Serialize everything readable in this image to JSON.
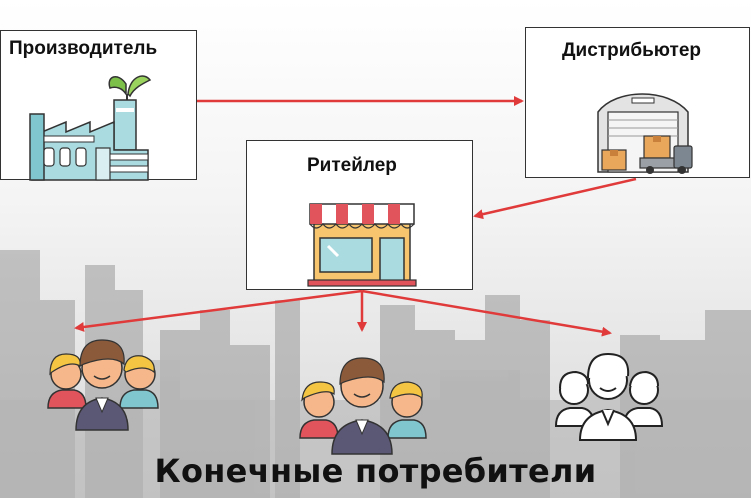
{
  "nodes": {
    "producer": {
      "label": "Производитель",
      "icon": "factory-icon"
    },
    "distributor": {
      "label": "Дистрибьютер",
      "icon": "warehouse-icon"
    },
    "retailer": {
      "label": "Ритейлер",
      "icon": "shop-icon"
    }
  },
  "consumers": {
    "label": "Конечные потребители",
    "icons": [
      "consumer-group-icon",
      "consumer-group-icon",
      "consumer-group-outline-icon"
    ]
  },
  "flow": [
    "Производитель",
    "Дистрибьютер",
    "Ритейлер",
    "Конечные потребители"
  ],
  "colors": {
    "arrow": "#e03a3a",
    "box_border": "#333333",
    "text": "#111111"
  }
}
